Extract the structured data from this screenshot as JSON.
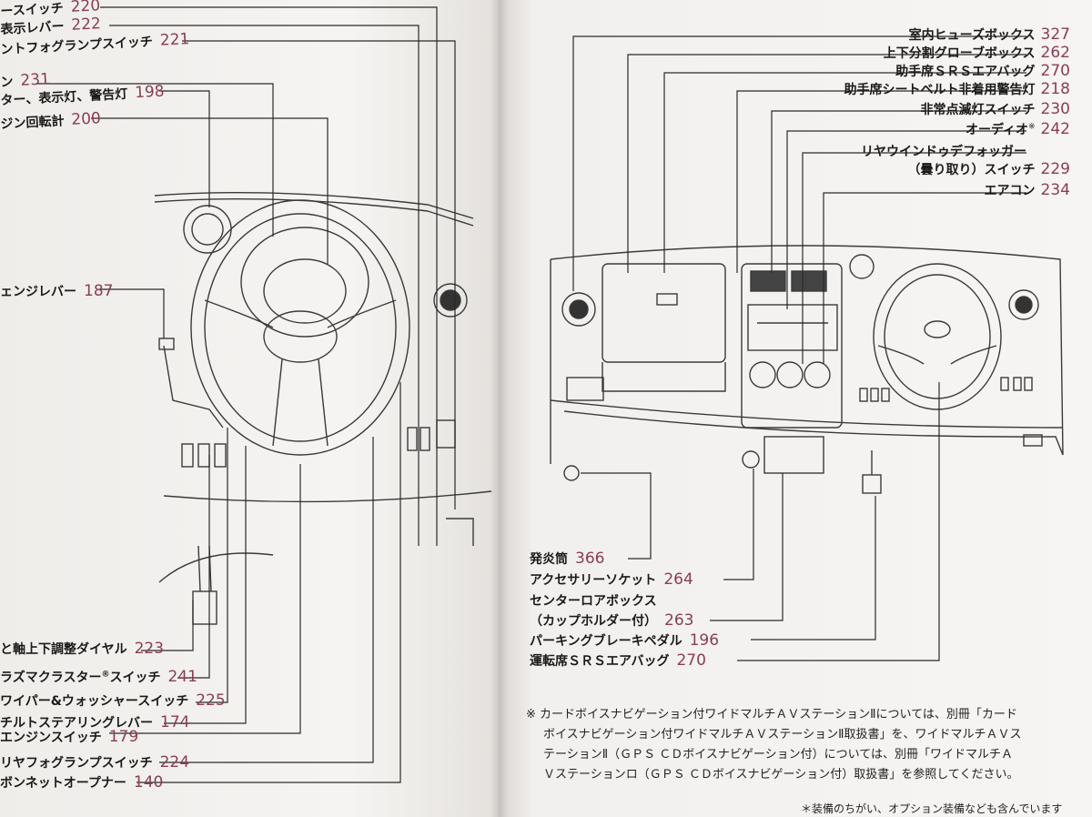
{
  "left_labels": [
    {
      "text": "ースイッチ",
      "page": "220"
    },
    {
      "text": "表示レバー",
      "page": "222"
    },
    {
      "text": "ントフォグランプスイッチ",
      "page": "221"
    },
    {
      "text": "ン",
      "page": "231"
    },
    {
      "text": "ター、表示灯、警告灯",
      "page": "198"
    },
    {
      "text": "ジン回転計",
      "page": "200"
    },
    {
      "text": "ェンジレバー",
      "page": "187"
    },
    {
      "text": "と軸上下調整ダイヤル",
      "page": "223"
    },
    {
      "text": "ラズマクラスター",
      "sup": "®",
      "text2": "スイッチ",
      "page": "241"
    },
    {
      "text": "ワイパー&ウォッシャースイッチ",
      "page": "225"
    },
    {
      "text": "チルトステアリングレバー",
      "page": "174"
    },
    {
      "text": "エンジンスイッチ",
      "page": "179"
    },
    {
      "text": "リヤフォグランプスイッチ",
      "page": "224"
    },
    {
      "text": "ボンネットオープナー",
      "page": "140"
    }
  ],
  "right_labels": [
    {
      "text": "室内ヒューズボックス",
      "page": "327"
    },
    {
      "text": "上下分割グローブボックス",
      "page": "262"
    },
    {
      "text": "助手席ＳＲＳエアバッグ",
      "page": "270"
    },
    {
      "text": "助手席シートベルト非着用警告灯",
      "page": "218"
    },
    {
      "text": "非常点滅灯スイッチ",
      "page": "230"
    },
    {
      "text": "オーディオ",
      "sup": "※",
      "page": "242"
    },
    {
      "text": "リヤウインドゥデフォッガー",
      "page": ""
    },
    {
      "text": "（曇り取り）スイッチ",
      "page": "229"
    },
    {
      "text": "エアコン",
      "page": "234"
    }
  ],
  "bottom_labels": [
    {
      "text": "発炎筒",
      "page": "366"
    },
    {
      "text": "アクセサリーソケット",
      "page": "264"
    },
    {
      "text": "センターロアボックス",
      "page": ""
    },
    {
      "text": "（カップホルダー付）",
      "page": "263"
    },
    {
      "text": "パーキングブレーキペダル",
      "page": "196"
    },
    {
      "text": "運転席ＳＲＳエアバッグ",
      "page": "270"
    }
  ],
  "footnote_lines": [
    "※ カードボイスナビゲーション付ワイドマルチＡＶステーションⅡについては、別冊「カード",
    "ボイスナビゲーション付ワイドマルチＡＶステーションⅡ取扱書」を、ワイドマルチＡＶス",
    "テーションⅡ（ＧＰＳ ＣＤボイスナビゲーション付）については、別冊「ワイドマルチＡ",
    "Ｖステーションロ（ＧＰＳ ＣＤボイスナビゲーション付）取扱書」を参照してください。"
  ],
  "bottom_note": "＊装備のちがい、オプション装備なども含んでいます",
  "colors": {
    "accent": "#8a3d55",
    "text": "#1a1a1a",
    "line": "#2a2a2a"
  }
}
